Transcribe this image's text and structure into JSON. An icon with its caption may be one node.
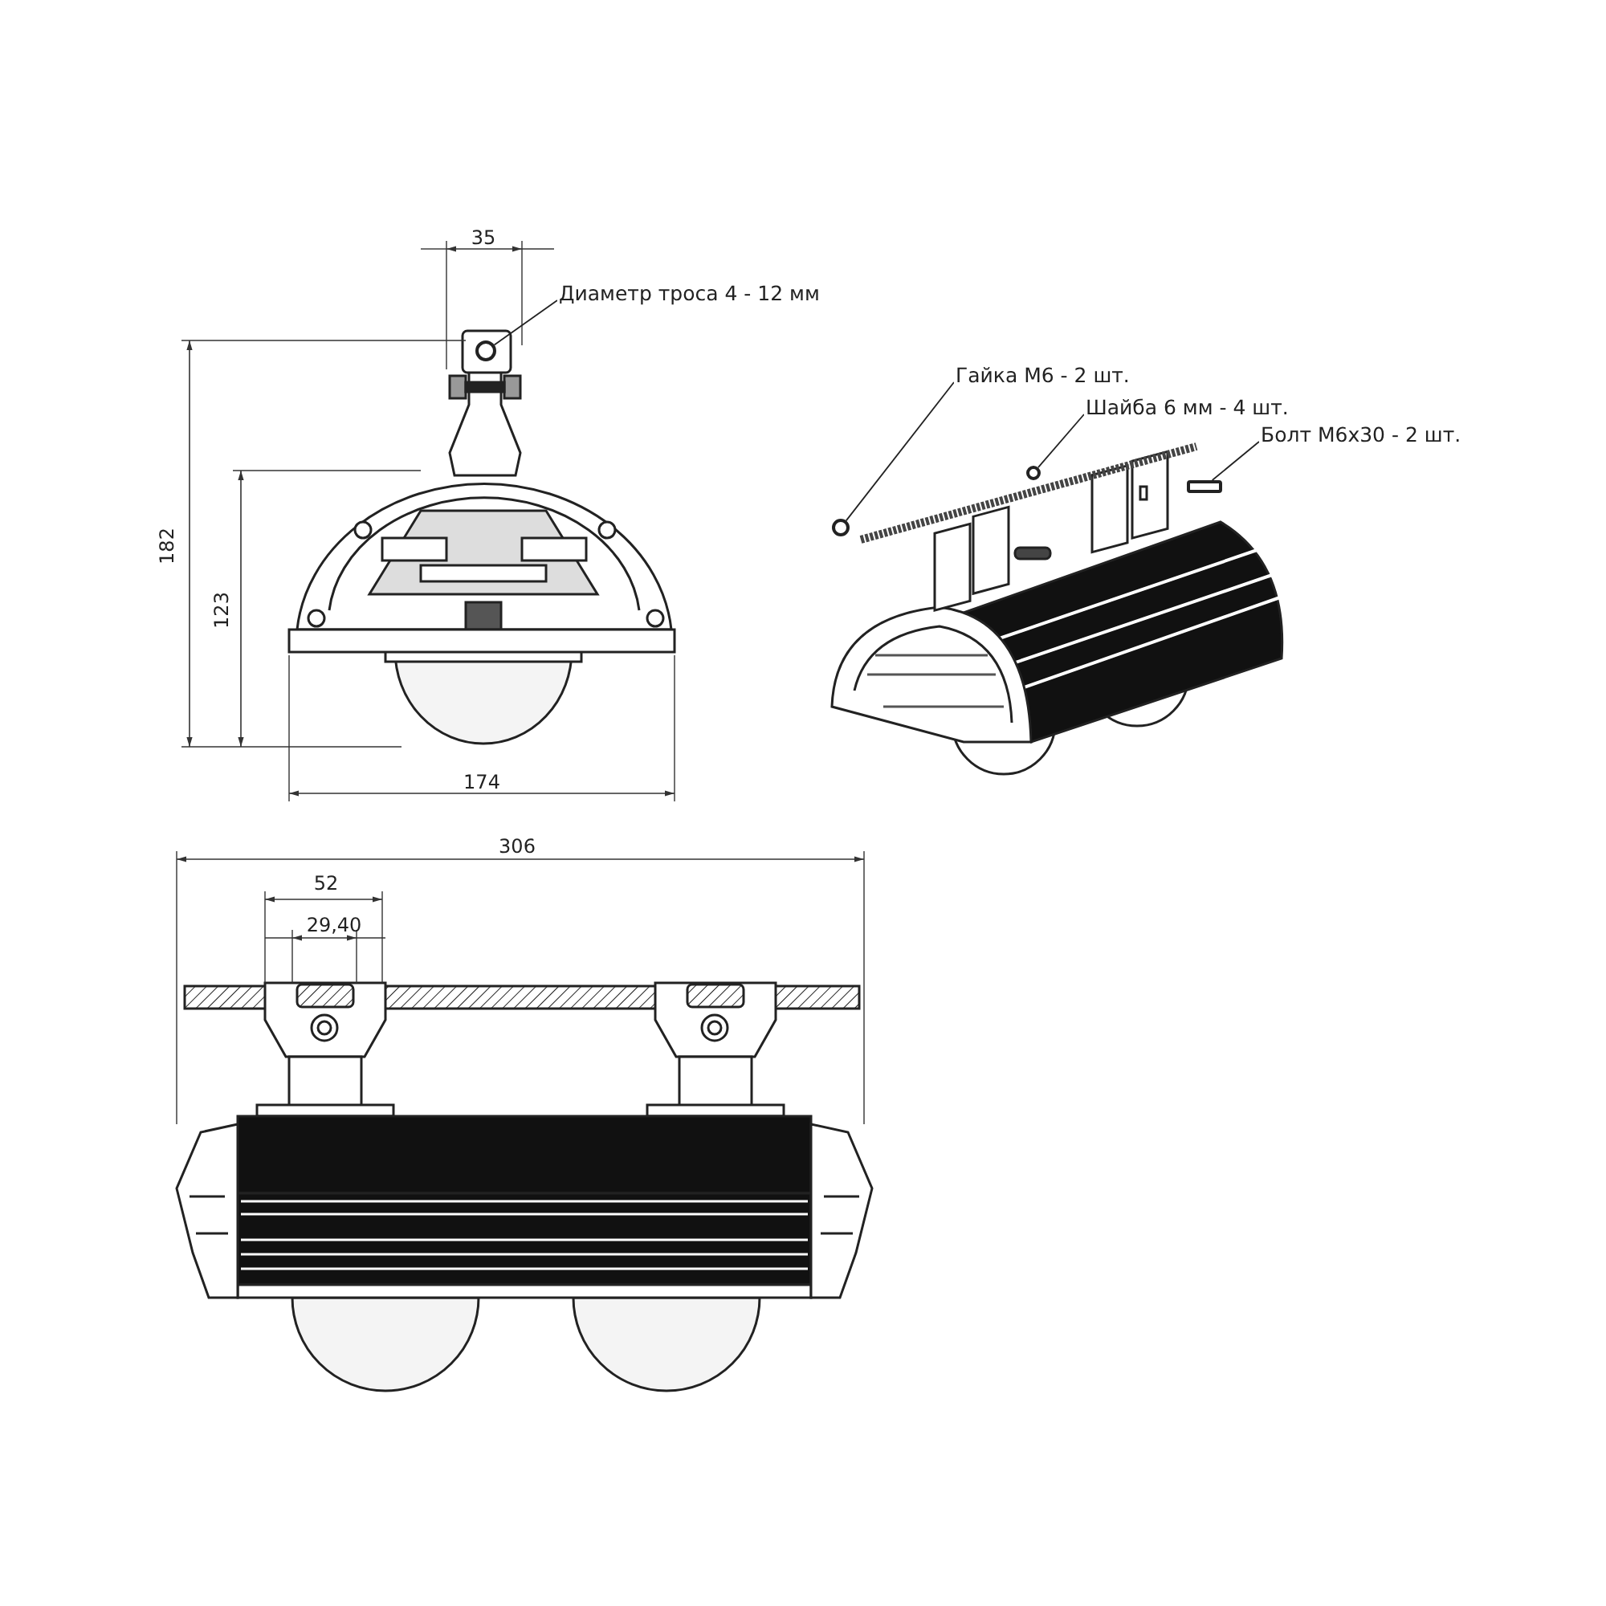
{
  "diagram": {
    "nodes": [
      {
        "text": [
          "Диаметр троса 4 - 12 мм"
        ]
      },
      {
        "text": [],
        "shape": "circle"
      },
      {
        "text": [
          "Гайка М6 - 2 шт."
        ]
      },
      {
        "text": [],
        "shape": "circle"
      },
      {
        "text": [
          "Шайба 6 мм - 4 шт."
        ]
      },
      {
        "text": [],
        "shape": "circle"
      },
      {
        "text": [
          "Болт М6х30 - 2 шт."
        ]
      },
      {
        "text": [],
        "shape": "bar"
      }
    ],
    "edges": [
      {
        "from": 0,
        "to": 1,
        "arrow": "none"
      },
      {
        "from": 2,
        "to": 3,
        "arrow": "none"
      },
      {
        "from": 4,
        "to": 5,
        "arrow": "none"
      },
      {
        "from": 6,
        "to": 7,
        "arrow": "none"
      }
    ],
    "labels": [
      "35",
      "182",
      "123",
      "174",
      "306",
      "52",
      "29,40"
    ]
  }
}
